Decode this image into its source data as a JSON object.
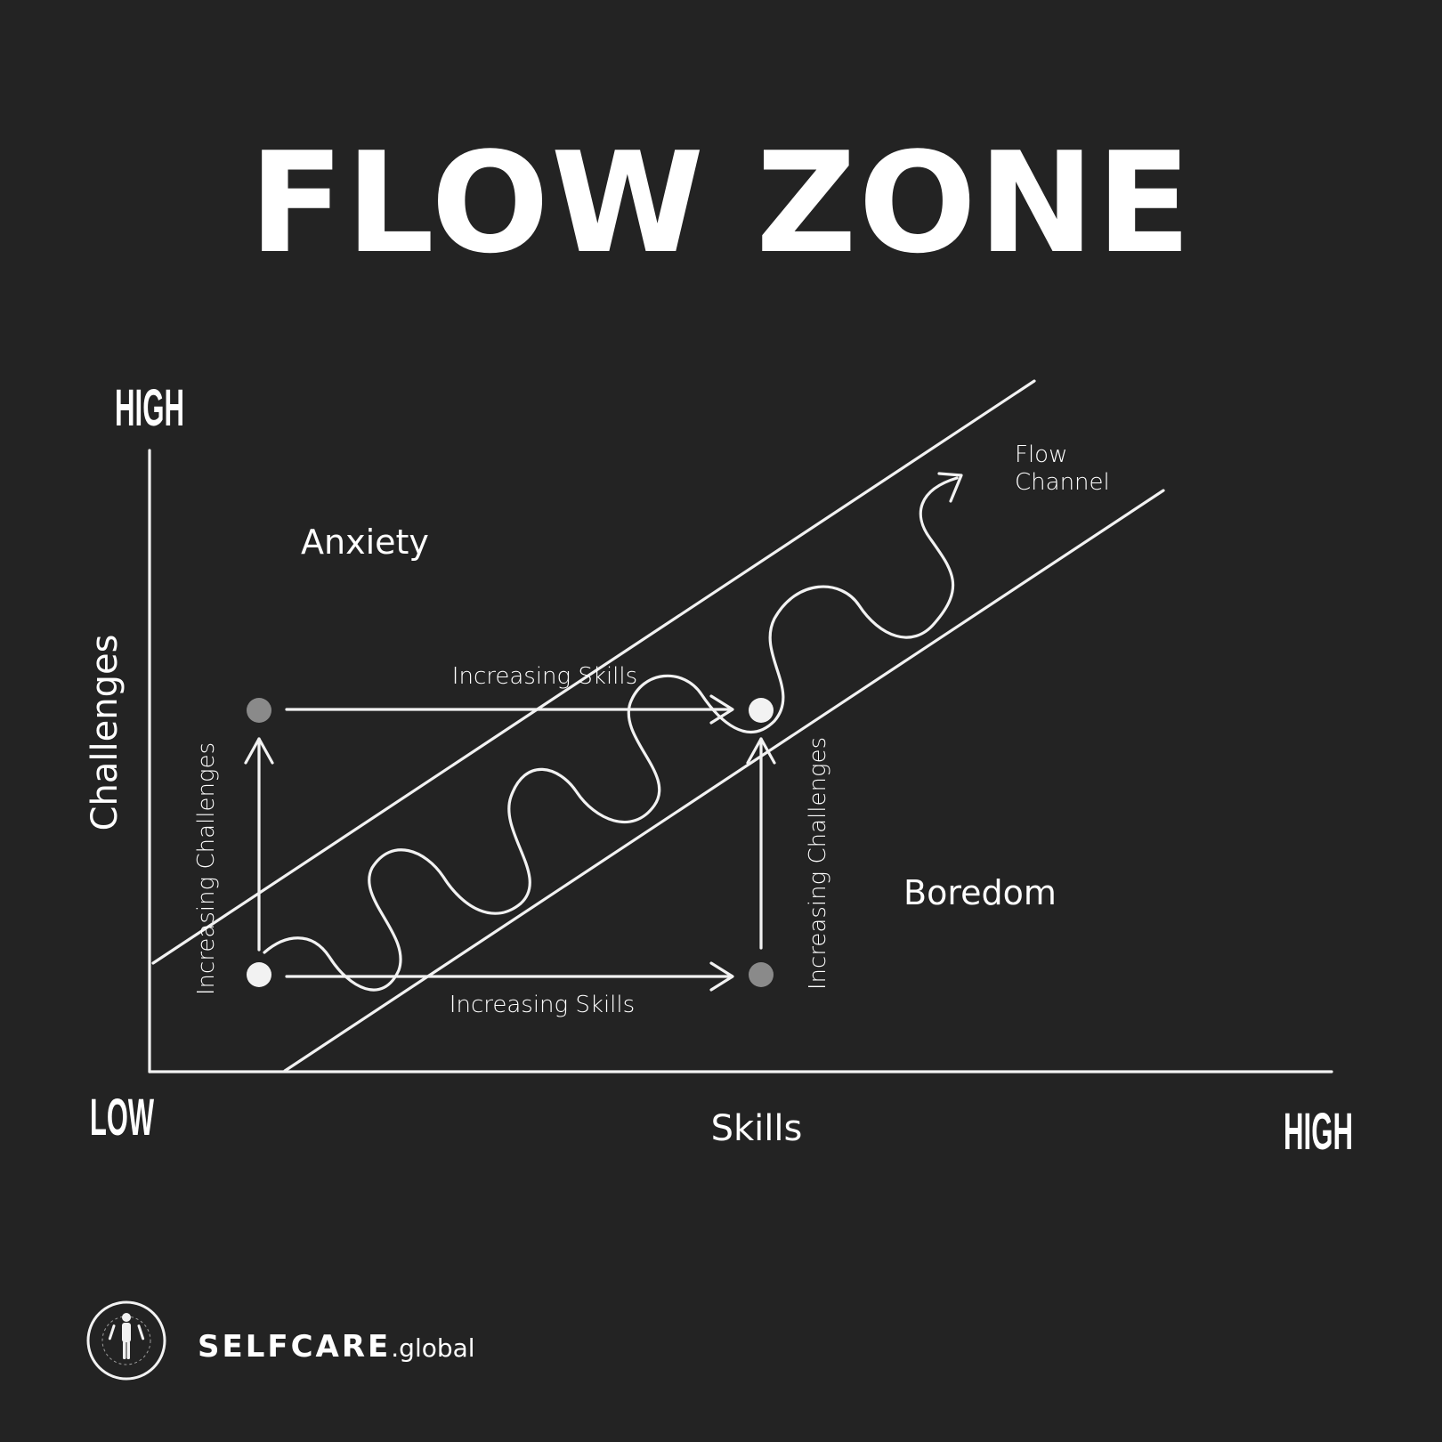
{
  "title": "FLOW ZONE",
  "axes": {
    "y_high": "HIGH",
    "x_low": "LOW",
    "x_high": "HIGH",
    "y_label": "Challenges",
    "x_label": "Skills"
  },
  "regions": {
    "anxiety": "Anxiety",
    "boredom": "Boredom",
    "flow_channel_line1": "Flow",
    "flow_channel_line2": "Channel"
  },
  "annotations": {
    "skills_top": "Increasing Skills",
    "skills_bottom": "Increasing Skills",
    "challenges_left": "Increasing Challenges",
    "challenges_right": "Increasing Challenges"
  },
  "brand": {
    "name": "SELFCARE",
    "suffix": ".global"
  },
  "colors": {
    "background": "#232323",
    "foreground": "#ffffff",
    "dot_light": "#f2f2f2",
    "dot_gray": "#8a8a8a"
  }
}
